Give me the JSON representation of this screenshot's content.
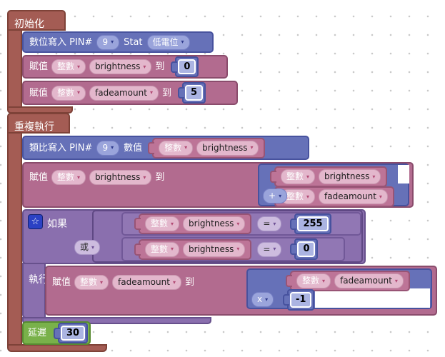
{
  "icons": {
    "dropdown_arrow": "▾",
    "star": "☆"
  },
  "colors": {
    "wrapper_red": "#a45c54",
    "block_blue": "#6671b8",
    "block_pink": "#b26b8f",
    "block_purple": "#8a6fae",
    "block_green": "#79b14a",
    "canvas_dot": "#c9c9c9"
  },
  "setup": {
    "title": "初始化",
    "digital_write": {
      "label": "數位寫入 PIN#",
      "pin": "9",
      "stat_label": "Stat",
      "stat_value": "低電位"
    },
    "assign_brightness": {
      "label": "賦值",
      "type": "整數",
      "var": "brightness",
      "to": "到",
      "value": "0"
    },
    "assign_fadeamount": {
      "label": "賦值",
      "type": "整數",
      "var": "fadeamount",
      "to": "到",
      "value": "5"
    }
  },
  "loop": {
    "title": "重複執行",
    "analog_write": {
      "label": "類比寫入 PIN#",
      "pin": "9",
      "value_label": "數值",
      "arg_type": "整數",
      "arg_var": "brightness"
    },
    "assign_add": {
      "label": "賦值",
      "type": "整數",
      "var": "brightness",
      "to": "到",
      "op": "+",
      "left_type": "整數",
      "left_var": "brightness",
      "right_type": "整數",
      "right_var": "fadeamount"
    },
    "if": {
      "label": "如果",
      "or": "或",
      "cond1": {
        "arg_type": "整數",
        "arg_var": "brightness",
        "cmp": "=",
        "value": "255"
      },
      "cond2": {
        "arg_type": "整數",
        "arg_var": "brightness",
        "cmp": "=",
        "value": "0"
      },
      "do": "執行",
      "assign_mul": {
        "label": "賦值",
        "type": "整數",
        "var": "fadeamount",
        "to": "到",
        "op": "x",
        "left_type": "整數",
        "left_var": "fadeamount",
        "value": "-1"
      }
    },
    "delay": {
      "label": "延遲",
      "value": "30"
    }
  }
}
